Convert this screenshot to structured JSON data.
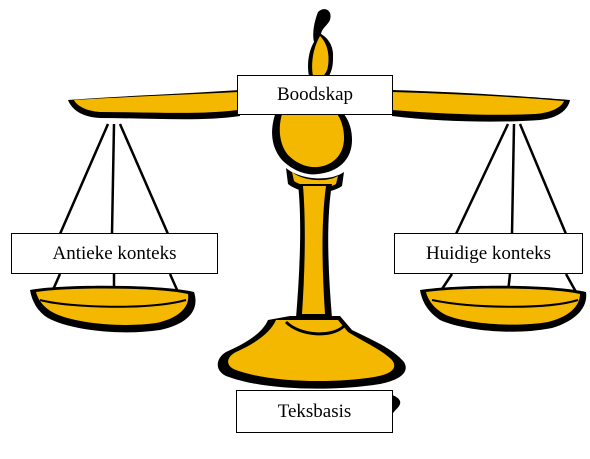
{
  "labels": {
    "top": "Boodskap",
    "left": "Antieke konteks",
    "right": "Huidige konteks",
    "bottom": "Teksbasis"
  },
  "colors": {
    "gold": "#f5b800",
    "outline": "#000000",
    "background": "#ffffff"
  },
  "icon": "balance-scale-icon"
}
